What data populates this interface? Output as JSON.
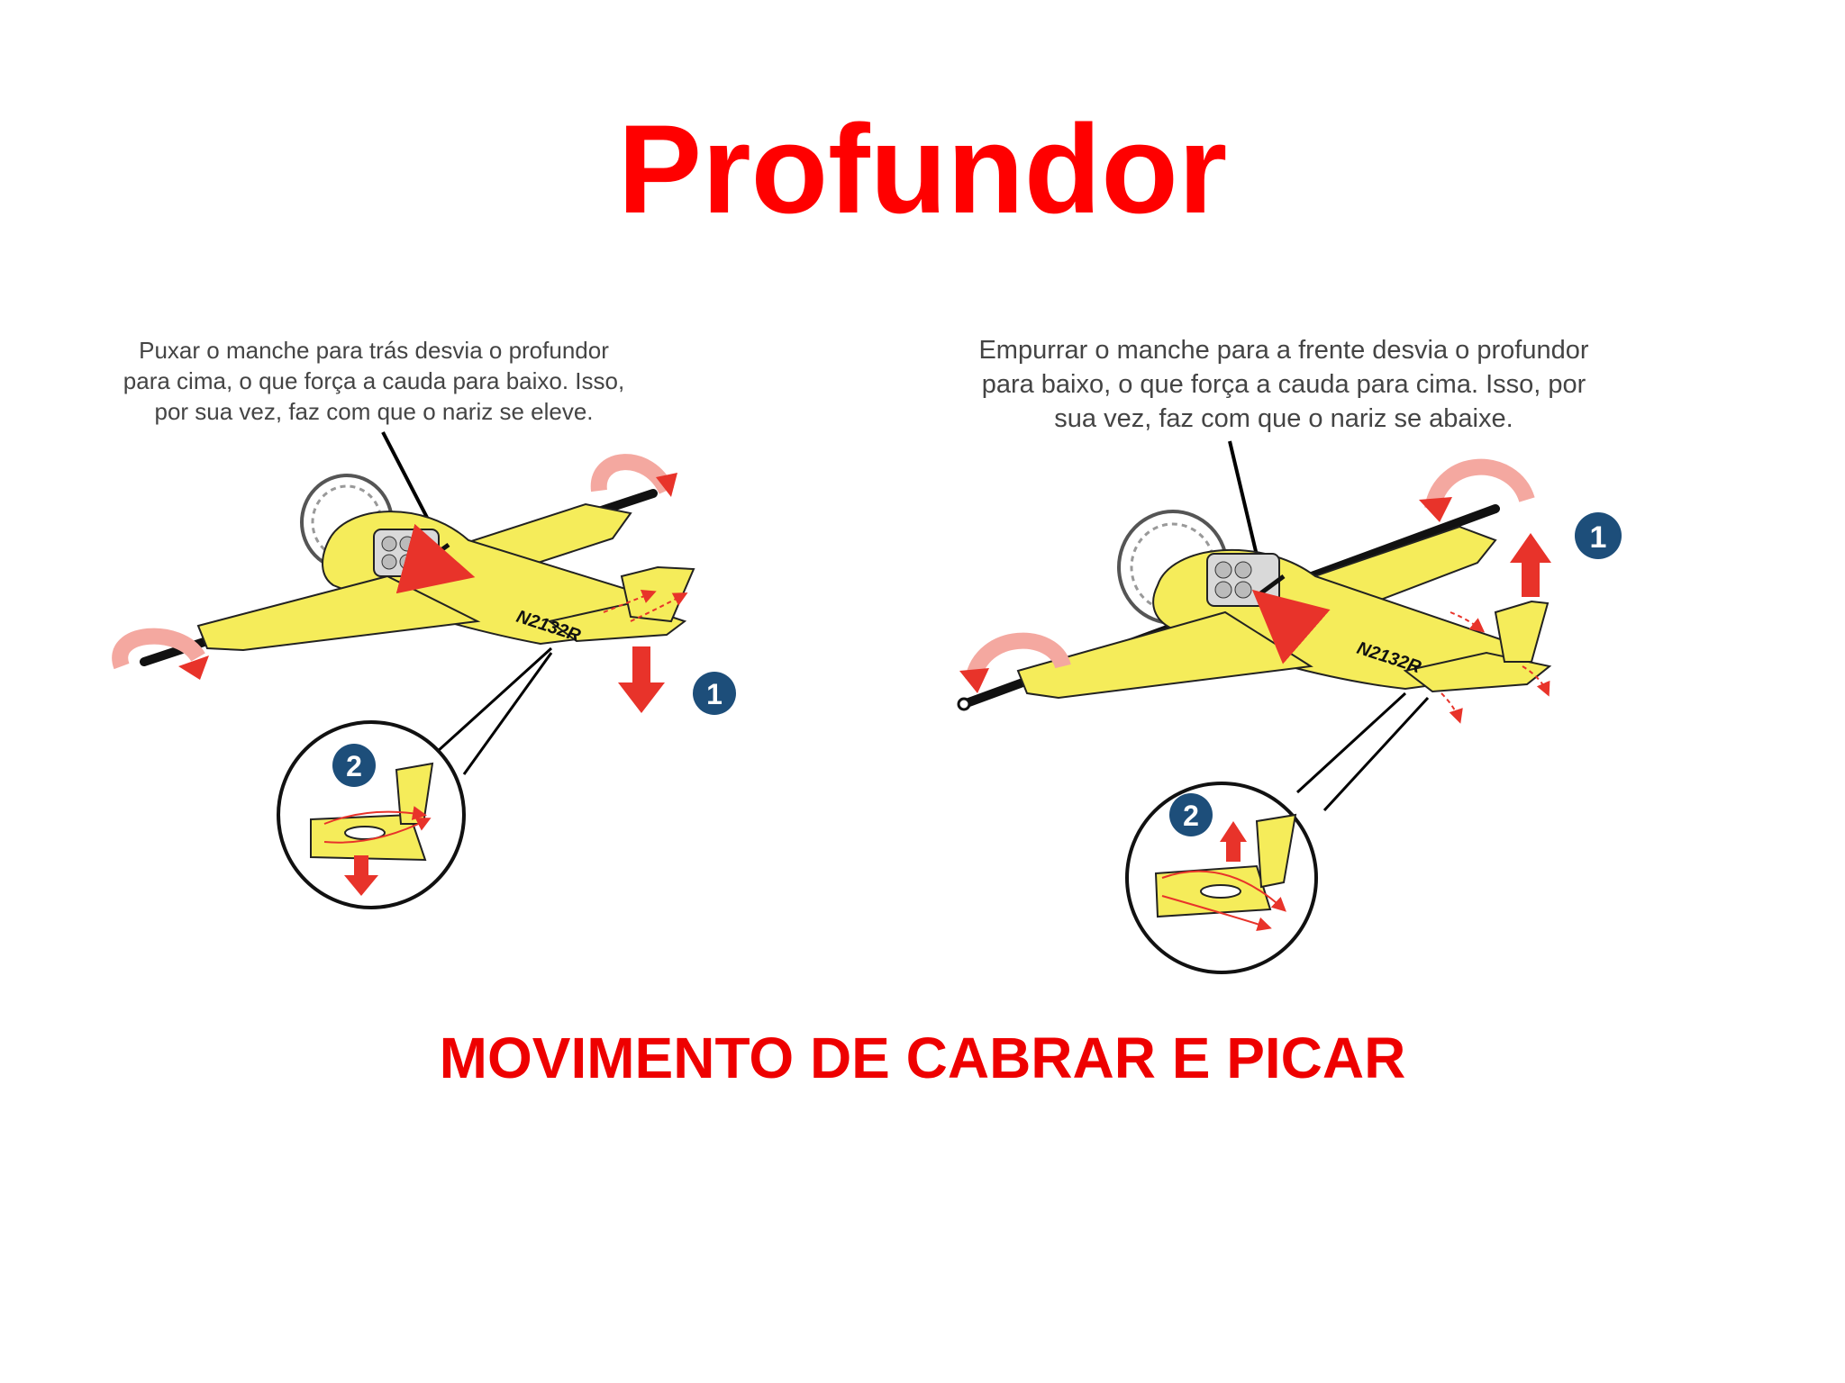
{
  "title": "Profundor",
  "subtitle": "MOVIMENTO DE CABRAR E PICAR",
  "left_panel": {
    "caption_lines": [
      "Puxar o manche para trás desvia o profundor",
      "para cima, o que força a cauda para baixo. Isso,",
      "por sua vez, faz com que o nariz se eleve."
    ],
    "registration": "N2132R",
    "badge_1": "1",
    "badge_2": "2"
  },
  "right_panel": {
    "caption_lines": [
      "Empurrar o manche para a frente desvia o profundor",
      "para baixo, o que força a cauda para cima. Isso, por",
      "sua vez, faz com que o nariz se abaixe."
    ],
    "registration": "N2132R",
    "badge_1": "1",
    "badge_2": "2"
  },
  "colors": {
    "title": "#ff0000",
    "airplane_body": "#f5ec5a",
    "arrow": "#e8332a",
    "roll_arrow": "#f4a8a0",
    "badge": "#1d4e7a"
  }
}
